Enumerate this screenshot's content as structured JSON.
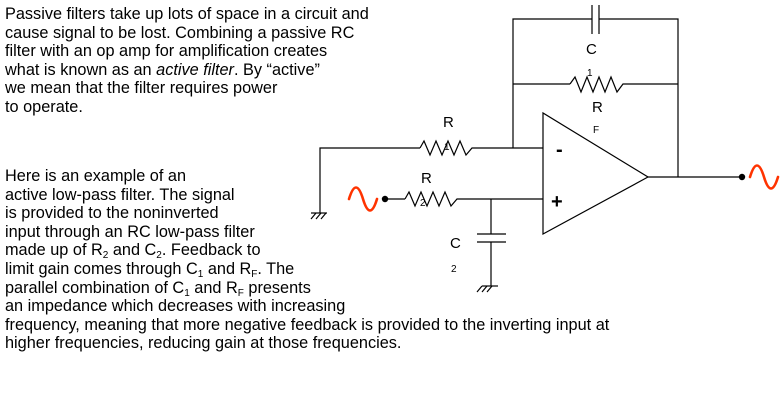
{
  "text": {
    "paragraph1": {
      "lines": [
        "Passive filters take up lots of space in a circuit and",
        "cause signal to be lost. Combining a passive RC",
        "filter with an op amp for amplification creates",
        {
          "before": "what is known as an ",
          "emphasis": "active filter",
          "after": ". By “active”"
        },
        "we mean that the filter requires power",
        "to operate."
      ]
    },
    "paragraph2": {
      "line1": "Here is an example of an",
      "line2": "active low-pass filter. The signal",
      "line3": "is provided to the noninverted",
      "line4": "input through an RC low-pass filter",
      "line5": {
        "a": "made up of R",
        "a_sub": "2",
        "b": " and C",
        "b_sub": "2",
        "c": ". Feedback to"
      },
      "line6": {
        "a": "limit gain comes through C",
        "a_sub": "1",
        "b": " and R",
        "b_sub": "F",
        "c": ". The"
      },
      "line7": {
        "a": "parallel combination of C",
        "a_sub": "1",
        "b": " and R",
        "b_sub": "F",
        "c": " presents"
      },
      "line8": "an impedance which decreases with increasing",
      "line9": "frequency, meaning that more negative feedback is provided to the inverting input at",
      "line10": "higher frequencies, reducing gain at those frequencies."
    }
  },
  "circuit": {
    "components": {
      "C1": {
        "label": "C",
        "subscript": "1",
        "type": "capacitor",
        "role": "feedback"
      },
      "RF": {
        "label": "R",
        "subscript": "F",
        "type": "resistor",
        "role": "feedback"
      },
      "R1": {
        "label": "R",
        "subscript": "1",
        "type": "resistor",
        "role": "inverting-input-to-ground"
      },
      "R2": {
        "label": "R",
        "subscript": "2",
        "type": "resistor",
        "role": "input-series"
      },
      "C2": {
        "label": "C",
        "subscript": "2",
        "type": "capacitor",
        "role": "shunt-to-ground"
      }
    },
    "opamp": {
      "inverting_sign": "-",
      "noninverting_sign": "+"
    },
    "signal_color": "#ff3300",
    "wire_color": "#000000"
  }
}
